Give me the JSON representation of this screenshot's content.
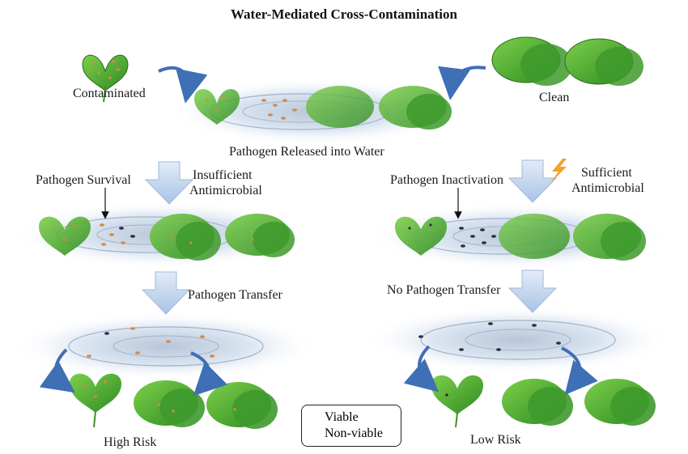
{
  "title": "Water-Mediated Cross-Contamination",
  "labels": {
    "contaminated": "Contaminated",
    "clean": "Clean",
    "released": "Pathogen Released into Water",
    "survival": "Pathogen Survival",
    "insufficient_1": "Insufficient",
    "insufficient_2": "Antimicrobial",
    "inactivation": "Pathogen Inactivation",
    "sufficient_1": "Sufficient",
    "sufficient_2": "Antimicrobial",
    "transfer": "Pathogen Transfer",
    "no_transfer": "No Pathogen Transfer",
    "high_risk": "High Risk",
    "low_risk": "Low Risk"
  },
  "legend": {
    "viable": "Viable",
    "non_viable": "Non-viable"
  },
  "colors": {
    "leaf_dark": "#2f7d1f",
    "leaf_light": "#67c23a",
    "water": "#c9d8ea",
    "arrow_down": "#b9cfea",
    "curve_arrow": "#3f6fb5",
    "viable": "#d4894a",
    "non_viable": "#2a2f3a",
    "bolt": "#f2a12a"
  }
}
